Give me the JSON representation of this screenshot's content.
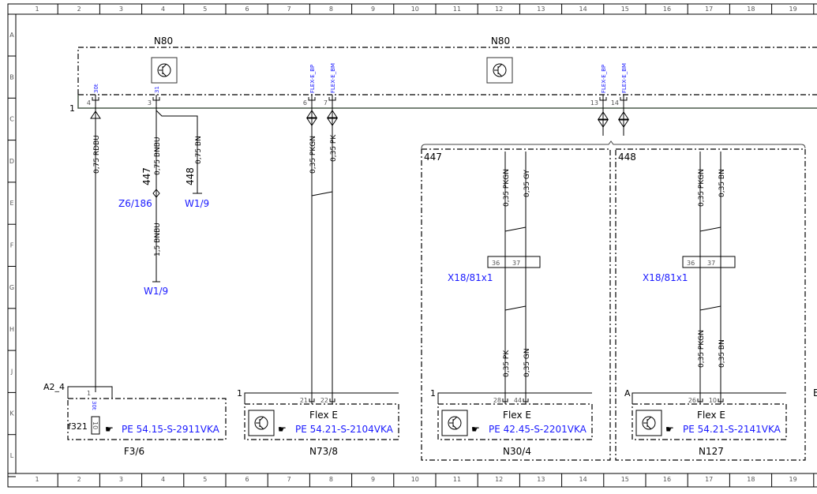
{
  "grid": {
    "columns": [
      "1",
      "2",
      "3",
      "4",
      "5",
      "6",
      "7",
      "8",
      "9",
      "10",
      "11",
      "12",
      "13",
      "14",
      "15",
      "16",
      "17",
      "18",
      "19"
    ],
    "rows": [
      "A",
      "B",
      "C",
      "D",
      "E",
      "F",
      "G",
      "H",
      "J",
      "K",
      "L"
    ]
  },
  "control_unit": {
    "name_left": "N80",
    "name_right": "N80",
    "bus_label": "1"
  },
  "pins": [
    {
      "num": "4",
      "signal": "30t"
    },
    {
      "num": "3",
      "signal": "31"
    },
    {
      "num": "6",
      "signal": "FLEX-E_BP"
    },
    {
      "num": "7",
      "signal": "FLEX-E_BM"
    },
    {
      "num": "13",
      "signal": "FLEX-E_BP"
    },
    {
      "num": "14",
      "signal": "FLEX-E_BM"
    }
  ],
  "wires": {
    "w1": "0,75 RDBU",
    "w2": "0,75 BNBU",
    "w3": "0,75 BN",
    "w4": "1,5 BNBU",
    "w5": "0,35 PKGN",
    "w6": "0,35 PK",
    "w7": "0,35 PKGN",
    "w8": "0,35 GY",
    "w9": "0,35 PK",
    "w10": "0,35 GN",
    "w11": "0,35 PKGN",
    "w12": "0,35 BN",
    "w13": "0,35 PKGN",
    "w14": "0,35 BN"
  },
  "splices": {
    "s447": "447",
    "s448": "448",
    "z6": "Z6/186",
    "w19a": "W1/9",
    "w19b": "W1/9"
  },
  "variants": {
    "v447": "447",
    "v448": "448"
  },
  "connectors": {
    "x18a": {
      "name": "X18/81x1",
      "p1": "36",
      "p2": "37"
    },
    "x18b": {
      "name": "X18/81x1",
      "p1": "36",
      "p2": "37"
    }
  },
  "components": [
    {
      "id": "F3/6",
      "label": "A2_4",
      "pin": "1",
      "pin_signal": "30t",
      "fuse": "f321",
      "fuse_value": "10",
      "ref": "PE 54.15-S-2911VKA"
    },
    {
      "id": "N73/8",
      "label": "1",
      "pins": [
        "21",
        "22"
      ],
      "title": "Flex E",
      "ref": "PE 54.21-S-2104VKA"
    },
    {
      "id": "N30/4",
      "label": "1",
      "pins": [
        "28",
        "44"
      ],
      "title": "Flex E",
      "ref": "PE 42.45-S-2201VKA"
    },
    {
      "id": "N127",
      "label": "A",
      "pins": [
        "26",
        "10"
      ],
      "title": "Flex E",
      "ref": "PE 54.21-S-2141VKA"
    }
  ],
  "edge_label": "B",
  "colors": {
    "link": "#1a1aff",
    "line": "#000000",
    "bus": "#4a5a4a"
  },
  "icons": [
    "transistor-icon",
    "reference-hand-icon",
    "fuse-icon"
  ]
}
